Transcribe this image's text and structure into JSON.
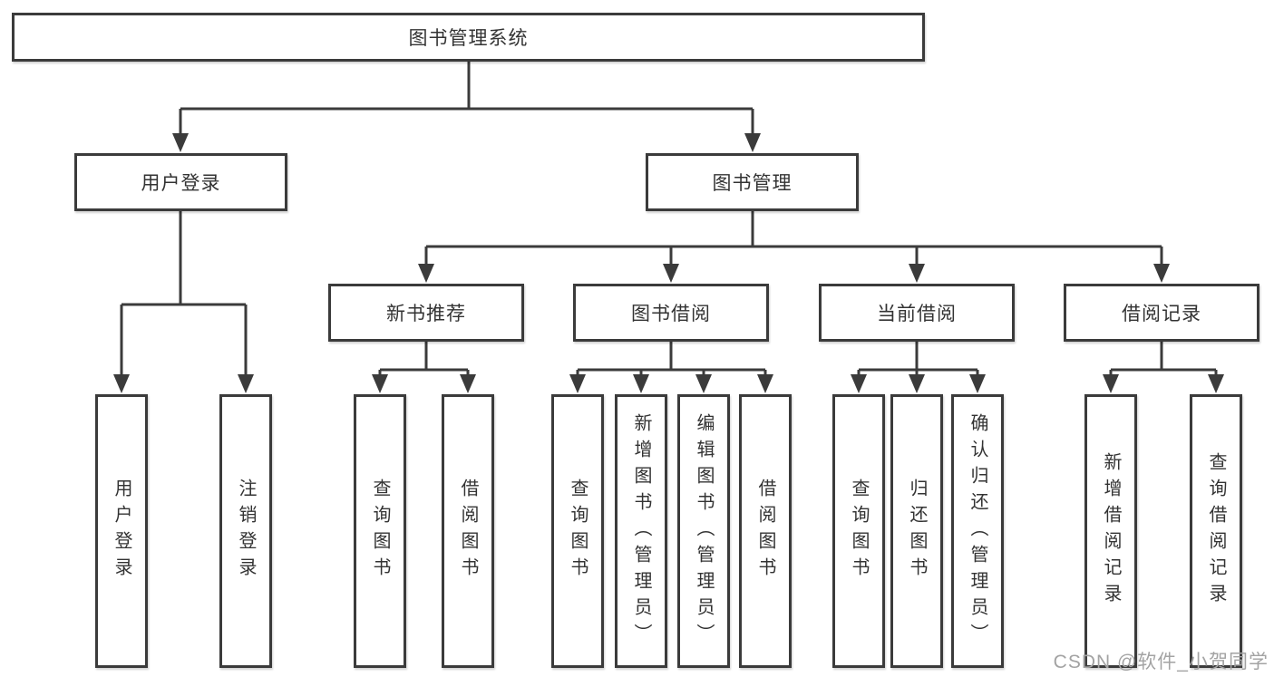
{
  "tree": {
    "root": {
      "label": "图书管理系统"
    },
    "children": [
      {
        "label": "用户登录",
        "children": [
          {
            "label": "用户登录"
          },
          {
            "label": "注销登录"
          }
        ]
      },
      {
        "label": "图书管理",
        "children": [
          {
            "label": "新书推荐",
            "children": [
              {
                "label": "查询图书"
              },
              {
                "label": "借阅图书"
              }
            ]
          },
          {
            "label": "图书借阅",
            "children": [
              {
                "label": "查询图书"
              },
              {
                "label": "新增图书（管理员）"
              },
              {
                "label": "编辑图书（管理员）"
              },
              {
                "label": "借阅图书"
              }
            ]
          },
          {
            "label": "当前借阅",
            "children": [
              {
                "label": "查询图书"
              },
              {
                "label": "归还图书"
              },
              {
                "label": "确认归还（管理员）"
              }
            ]
          },
          {
            "label": "借阅记录",
            "children": [
              {
                "label": "新增借阅记录"
              },
              {
                "label": "查询借阅记录"
              }
            ]
          }
        ]
      }
    ]
  },
  "watermark": "CSDN @软件_小贺同学",
  "colors": {
    "line": "#3b3b3b",
    "box_border": "#3b3b3b",
    "text": "#333333",
    "watermark": "#a3a3a3",
    "background": "#ffffff"
  }
}
